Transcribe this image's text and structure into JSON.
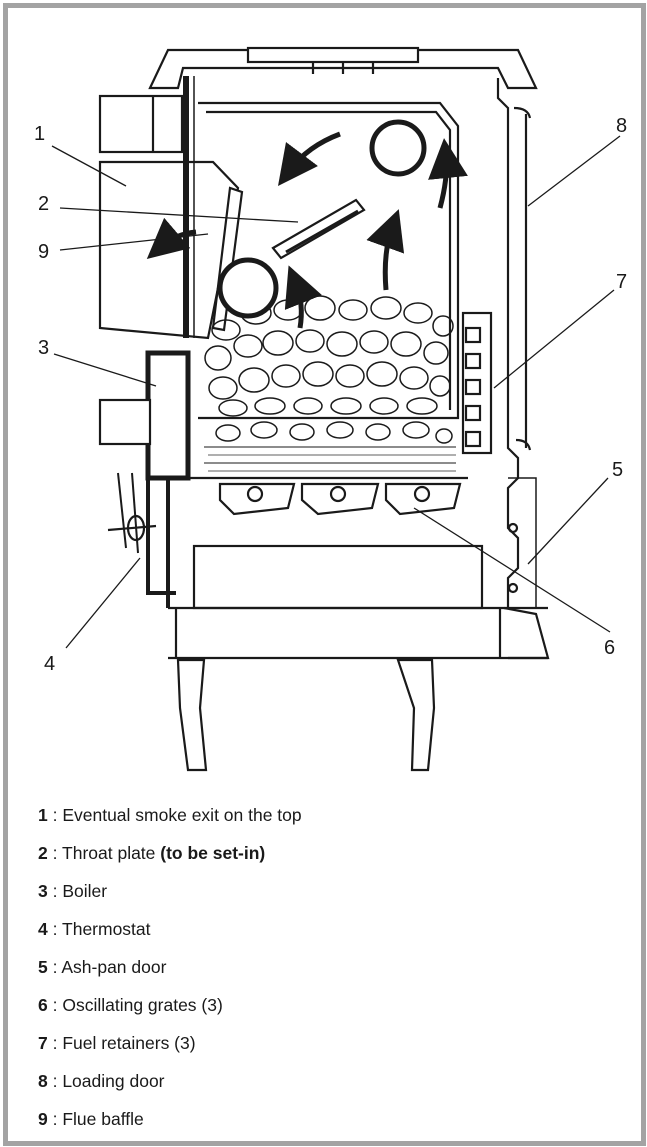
{
  "callouts": [
    "1",
    "2",
    "3",
    "4",
    "5",
    "6",
    "7",
    "8",
    "9"
  ],
  "legend": [
    {
      "number": "1",
      "sep": " : ",
      "text": "Eventual smoke exit on the top",
      "emphasis": ""
    },
    {
      "number": "2",
      "sep": " : ",
      "text": "Throat plate ",
      "emphasis": "(to be set-in)"
    },
    {
      "number": "3",
      "sep": " : ",
      "text": "Boiler",
      "emphasis": ""
    },
    {
      "number": "4",
      "sep": " : ",
      "text": "Thermostat",
      "emphasis": ""
    },
    {
      "number": "5",
      "sep": " : ",
      "text": "Ash-pan door",
      "emphasis": ""
    },
    {
      "number": "6",
      "sep": " : ",
      "text": "Oscillating grates (3)",
      "emphasis": ""
    },
    {
      "number": "7",
      "sep": " : ",
      "text": "Fuel retainers (3)",
      "emphasis": ""
    },
    {
      "number": "8",
      "sep": " : ",
      "text": "Loading door",
      "emphasis": ""
    },
    {
      "number": "9",
      "sep": " : ",
      "text": "Flue baffle",
      "emphasis": ""
    }
  ],
  "colors": {
    "frame": "#a3a3a3",
    "ink": "#1a1a1a"
  }
}
